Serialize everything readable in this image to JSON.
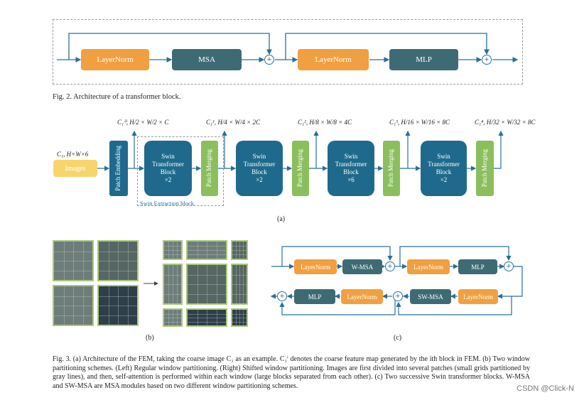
{
  "fig2": {
    "layernorm1": "LayerNorm",
    "msa": "MSA",
    "layernorm2": "LayerNorm",
    "mlp": "MLP",
    "caption": "Fig. 2.   Architecture of a transformer block."
  },
  "fig3a": {
    "input_label": "C₁, H×W×6",
    "images": "Images",
    "patch_embedding": "Patch Embedding",
    "patch_merging": "Patch Merging",
    "swin_block_text": "Swin Transformer Block",
    "blocks": [
      {
        "repeat": "×2"
      },
      {
        "repeat": "×2"
      },
      {
        "repeat": "×6"
      },
      {
        "repeat": "×2"
      }
    ],
    "dims": [
      "C₁⁰, H/2 × W/2 × C",
      "C₁¹, H/4 × W/4 × 2C",
      "C₁², H/8 × W/8 × 4C",
      "C₁³, H/16 × W/16 × 8C",
      "C₁⁴, H/32 × W/32 × 8C"
    ],
    "swin_extraction": "Swin Extraction block",
    "panel": "(a)"
  },
  "fig3b": {
    "panel": "(b)"
  },
  "fig3c": {
    "layernorm": "LayerNorm",
    "wmsa": "W-MSA",
    "swmsa": "SW-MSA",
    "mlp": "MLP",
    "panel": "(c)"
  },
  "caption3": "Fig. 3.   (a) Architecture of the FEM, taking the coarse image C₁ as an example. C₁ⁱ denotes the coarse feature map generated by the ith block in FEM. (b) Two window partitioning schemes. (Left) Regular window partitioning. (Right) Shifted window partitioning. Images are first divided into several patches (small grids partitioned by gray lines), and then, self-attention is performed within each window (large blocks separated from each other). (c) Two successive Swin transformer blocks. W-MSA and SW-MSA are MSA modules based on two different window partitioning schemes.",
  "watermark": "CSDN @Click-N",
  "colors": {
    "orange": "#f0a040",
    "teal": "#3e6b73",
    "blue": "#1f6a8c",
    "green": "#8bbf5e",
    "yellow": "#f8d56b",
    "arrow": "#2a6f9a"
  }
}
